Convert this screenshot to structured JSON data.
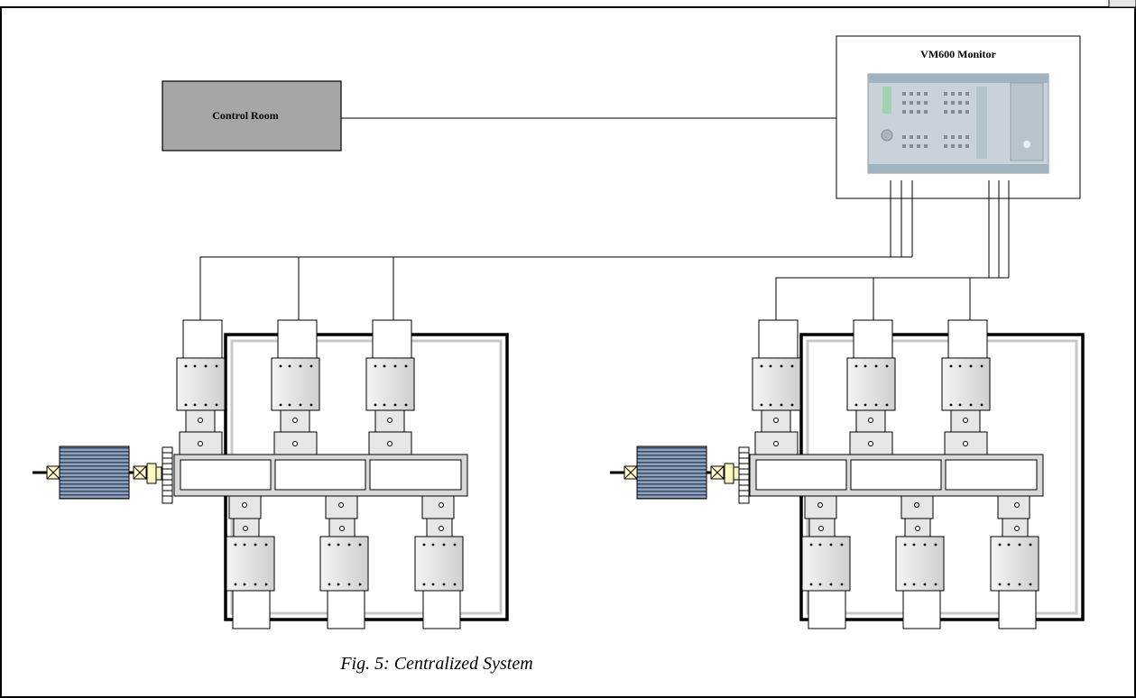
{
  "control_room": {
    "label": "Control Room"
  },
  "monitor": {
    "label": "VM600 Monitor"
  },
  "caption": "Fig. 5: Centralized System",
  "machine_trains": [
    {
      "name": "left-train",
      "sensor_count": 6
    },
    {
      "name": "right-train",
      "sensor_count": 6
    }
  ],
  "colors": {
    "control_room_fill": "#a6a6a6",
    "housing_fill": "#e6e6e6",
    "motor_fill": "#5a6e88",
    "coupling_fill": "#fff7c0",
    "frame_stroke": "#000000",
    "line": "#000000"
  }
}
